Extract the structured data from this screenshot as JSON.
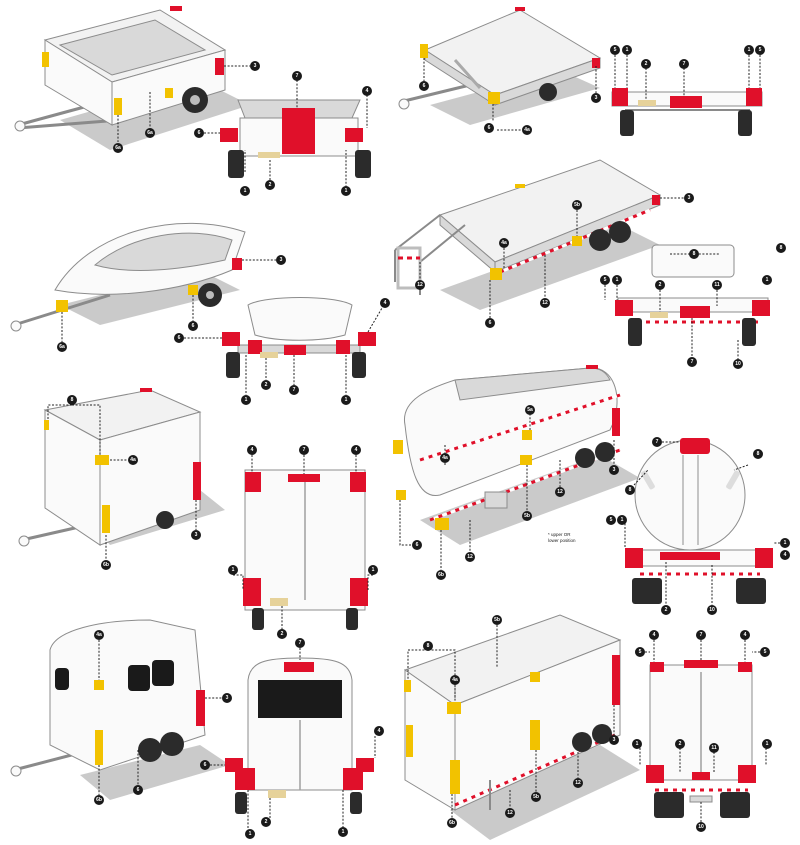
{
  "colors": {
    "red_lamp": "#e0102a",
    "amber_lamp": "#f2c200",
    "badge": "#1a1a1a",
    "body": "#f2f2f2"
  },
  "note": {
    "line1": "* upper OR",
    "line2": "lower position"
  },
  "badges": {
    "utility_rear": [
      "6",
      "1",
      "2",
      "1",
      "7",
      "4"
    ],
    "utility_side": [
      "3",
      "6a"
    ],
    "flatbed_side": [
      "3",
      "6",
      "4a"
    ],
    "flatbed_rear": [
      "5",
      "1",
      "2",
      "7",
      "1",
      "5"
    ],
    "boat_side": [
      "3",
      "6",
      "6a"
    ],
    "boat_rear": [
      "6",
      "1",
      "2",
      "7",
      "1",
      "4"
    ],
    "lowboy_side": [
      "5b",
      "3",
      "4a",
      "12",
      "6",
      "12"
    ],
    "lowboy_rear": [
      "8",
      "1",
      "5",
      "1",
      "2",
      "11",
      "7",
      "10",
      "8"
    ],
    "box_side": [
      "4a",
      "8",
      "3",
      "6b"
    ],
    "box_rear": [
      "4",
      "7",
      "4",
      "1",
      "1",
      "2"
    ],
    "tanker_side": [
      "4a",
      "5a",
      "3",
      "12",
      "5b",
      "12",
      "6",
      "6b"
    ],
    "tanker_rear": [
      "7",
      "8",
      "8",
      "5",
      "1",
      "1",
      "4",
      "2",
      "10"
    ],
    "horse_side": [
      "4a",
      "3",
      "6",
      "6b"
    ],
    "horse_rear": [
      "7",
      "4",
      "6",
      "1",
      "2",
      "1"
    ],
    "van_side": [
      "5b",
      "8",
      "4a",
      "3",
      "12",
      "5b",
      "6b",
      "12"
    ],
    "van_rear": [
      "4",
      "7",
      "4",
      "5",
      "5",
      "1",
      "2",
      "11",
      "1",
      "10"
    ]
  }
}
